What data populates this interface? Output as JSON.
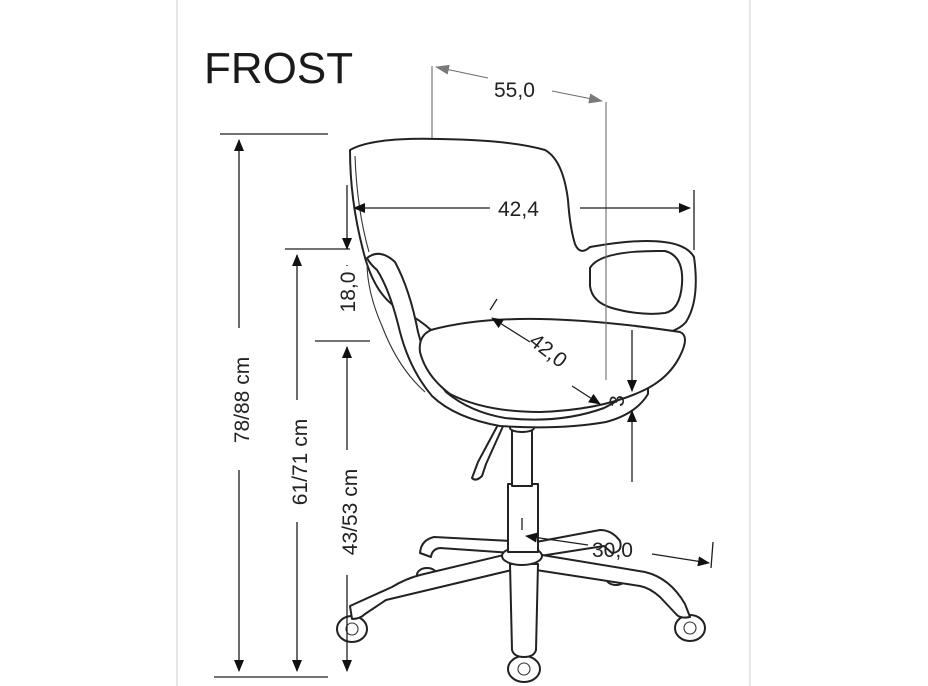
{
  "product": {
    "title": "FROST"
  },
  "dimensions": {
    "depth": "55,0",
    "seat_width": "42,4",
    "backrest_height": "18,0",
    "seat_depth": "42,0",
    "seat_thickness": "3",
    "base_radius": "30,0",
    "total_height": "78/88 cm",
    "armrest_height": "61/71 cm",
    "seat_height": "43/53 cm"
  }
}
